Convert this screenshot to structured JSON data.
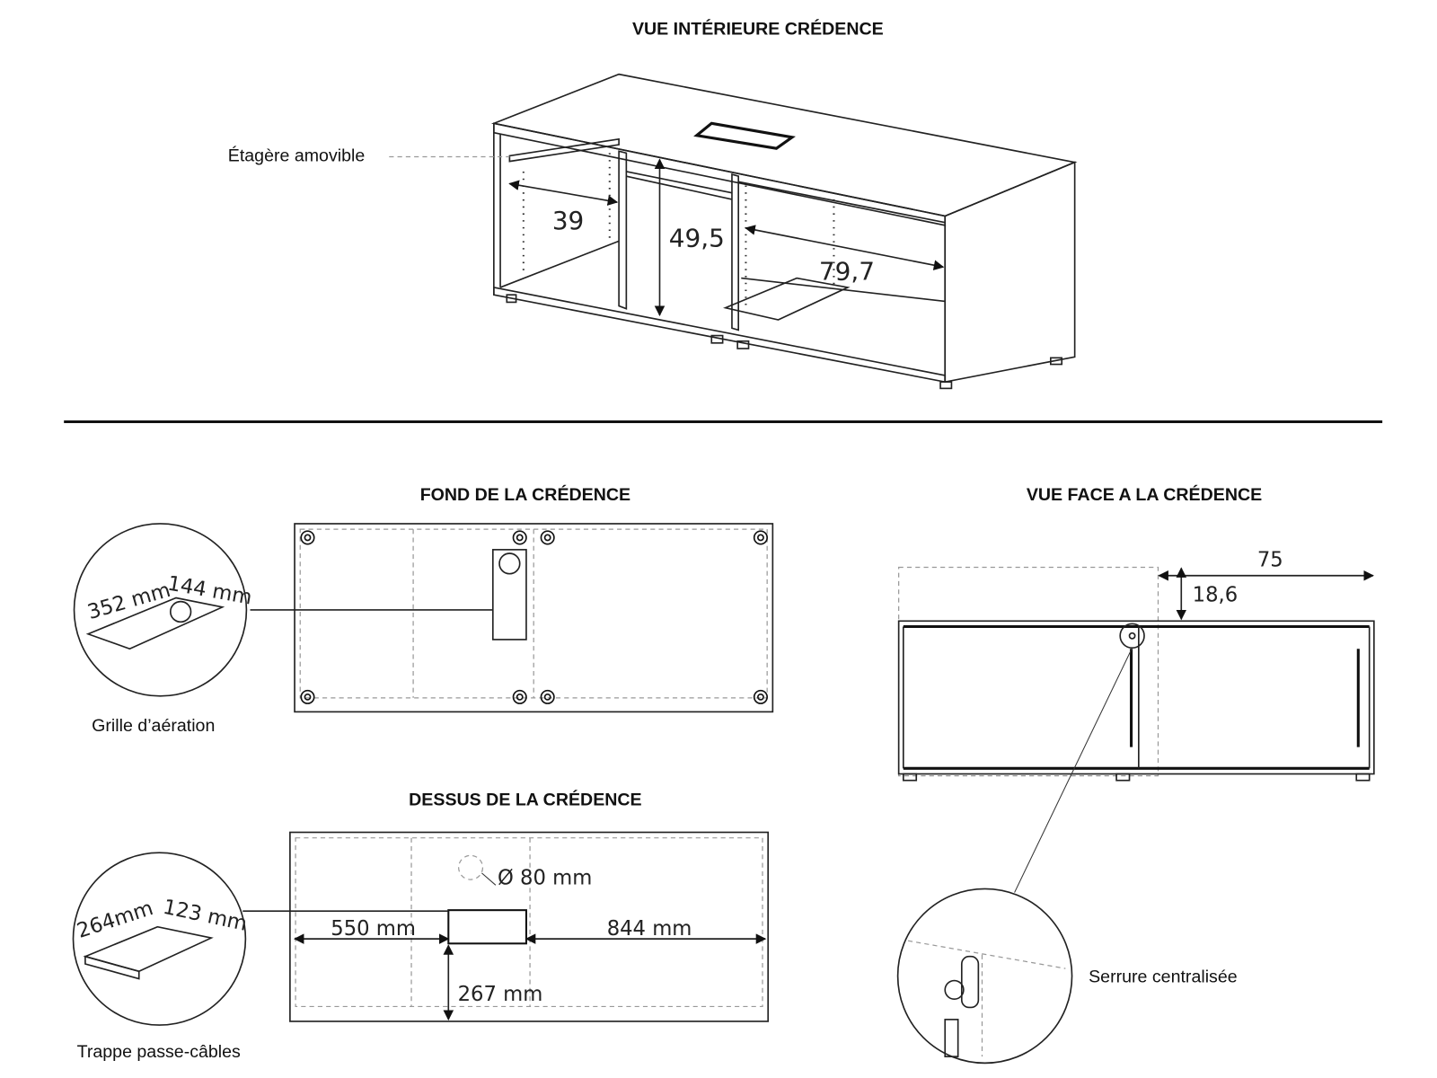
{
  "titles": {
    "interior": "VUE INTÉRIEURE CRÉDENCE",
    "bottom": "FOND DE LA CRÉDENCE",
    "top": "DESSUS DE LA CRÉDENCE",
    "front": "VUE FACE A LA CRÉDENCE"
  },
  "interior": {
    "shelf_label": "Étagère amovible",
    "dim_depth": "39",
    "dim_height": "49,5",
    "dim_width": "79,7"
  },
  "bottom": {
    "detail_label": "Grille d’aération",
    "grille_length": "352 mm",
    "grille_width": "144 mm"
  },
  "top": {
    "detail_label": "Trappe passe-câbles",
    "trap_length": "264mm",
    "trap_width": "123 mm",
    "hole_diameter": "Ø 80 mm",
    "dist_left": "550 mm",
    "dist_right": "844 mm",
    "dist_front": "267 mm"
  },
  "front": {
    "dim_width": "75",
    "dim_height": "18,6",
    "detail_label": "Serrure centralisée"
  }
}
